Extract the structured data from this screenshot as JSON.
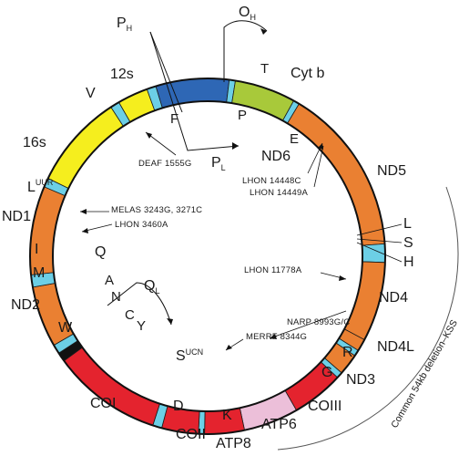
{
  "colors": {
    "yellow": "#f5ee1e",
    "orange": "#ea8032",
    "blue": "#2e67b5",
    "green": "#a8c93a",
    "red": "#e4232e",
    "pink": "#ecbfd9",
    "cyan": "#6ccfe6",
    "black": "#111111"
  },
  "promoters": {
    "ph_main": "P",
    "ph_sub": "H",
    "oh_main": "O",
    "oh_sub": "H",
    "pl_main": "P",
    "pl_sub": "L",
    "ql_main": "Q",
    "ql_sub": "L"
  },
  "genes": {
    "s12": "12s",
    "s16": "16s",
    "v": "V",
    "f": "F",
    "t": "T",
    "p": "P",
    "cytb": "Cyt b",
    "e": "E",
    "nd6": "ND6",
    "nd5": "ND5",
    "l_main": "L",
    "l_sub": "UUR",
    "nd1": "ND1",
    "i": "I",
    "m": "M",
    "q": "Q",
    "nd2": "ND2",
    "w": "W",
    "a": "A",
    "n": "N",
    "c": "C",
    "y": "Y",
    "l_right": "L",
    "s_right": "S",
    "h_right": "H",
    "nd4": "ND4",
    "nd4l": "ND4L",
    "r": "R",
    "nd3": "ND3",
    "g": "G",
    "coiii": "COIII",
    "atp6": "ATP6",
    "atp8": "ATP8",
    "k": "K",
    "coii": "COII",
    "d": "D",
    "coi": "COI",
    "s_ucn_main": "S",
    "s_ucn_sub": "UCN"
  },
  "mutations": {
    "deaf": "DEAF 1555G",
    "lhon14448": "LHON 14448C",
    "lhon14449": "LHON 14449A",
    "melas": "MELAS 3243G, 3271C",
    "lhon3460": "LHON 3460A",
    "lhon11778": "LHON 11778A",
    "narp": "NARP 8993G/C",
    "merrf": "MERRF 8344G"
  },
  "deletion_label": "Common 54kb deletion–KSS"
}
